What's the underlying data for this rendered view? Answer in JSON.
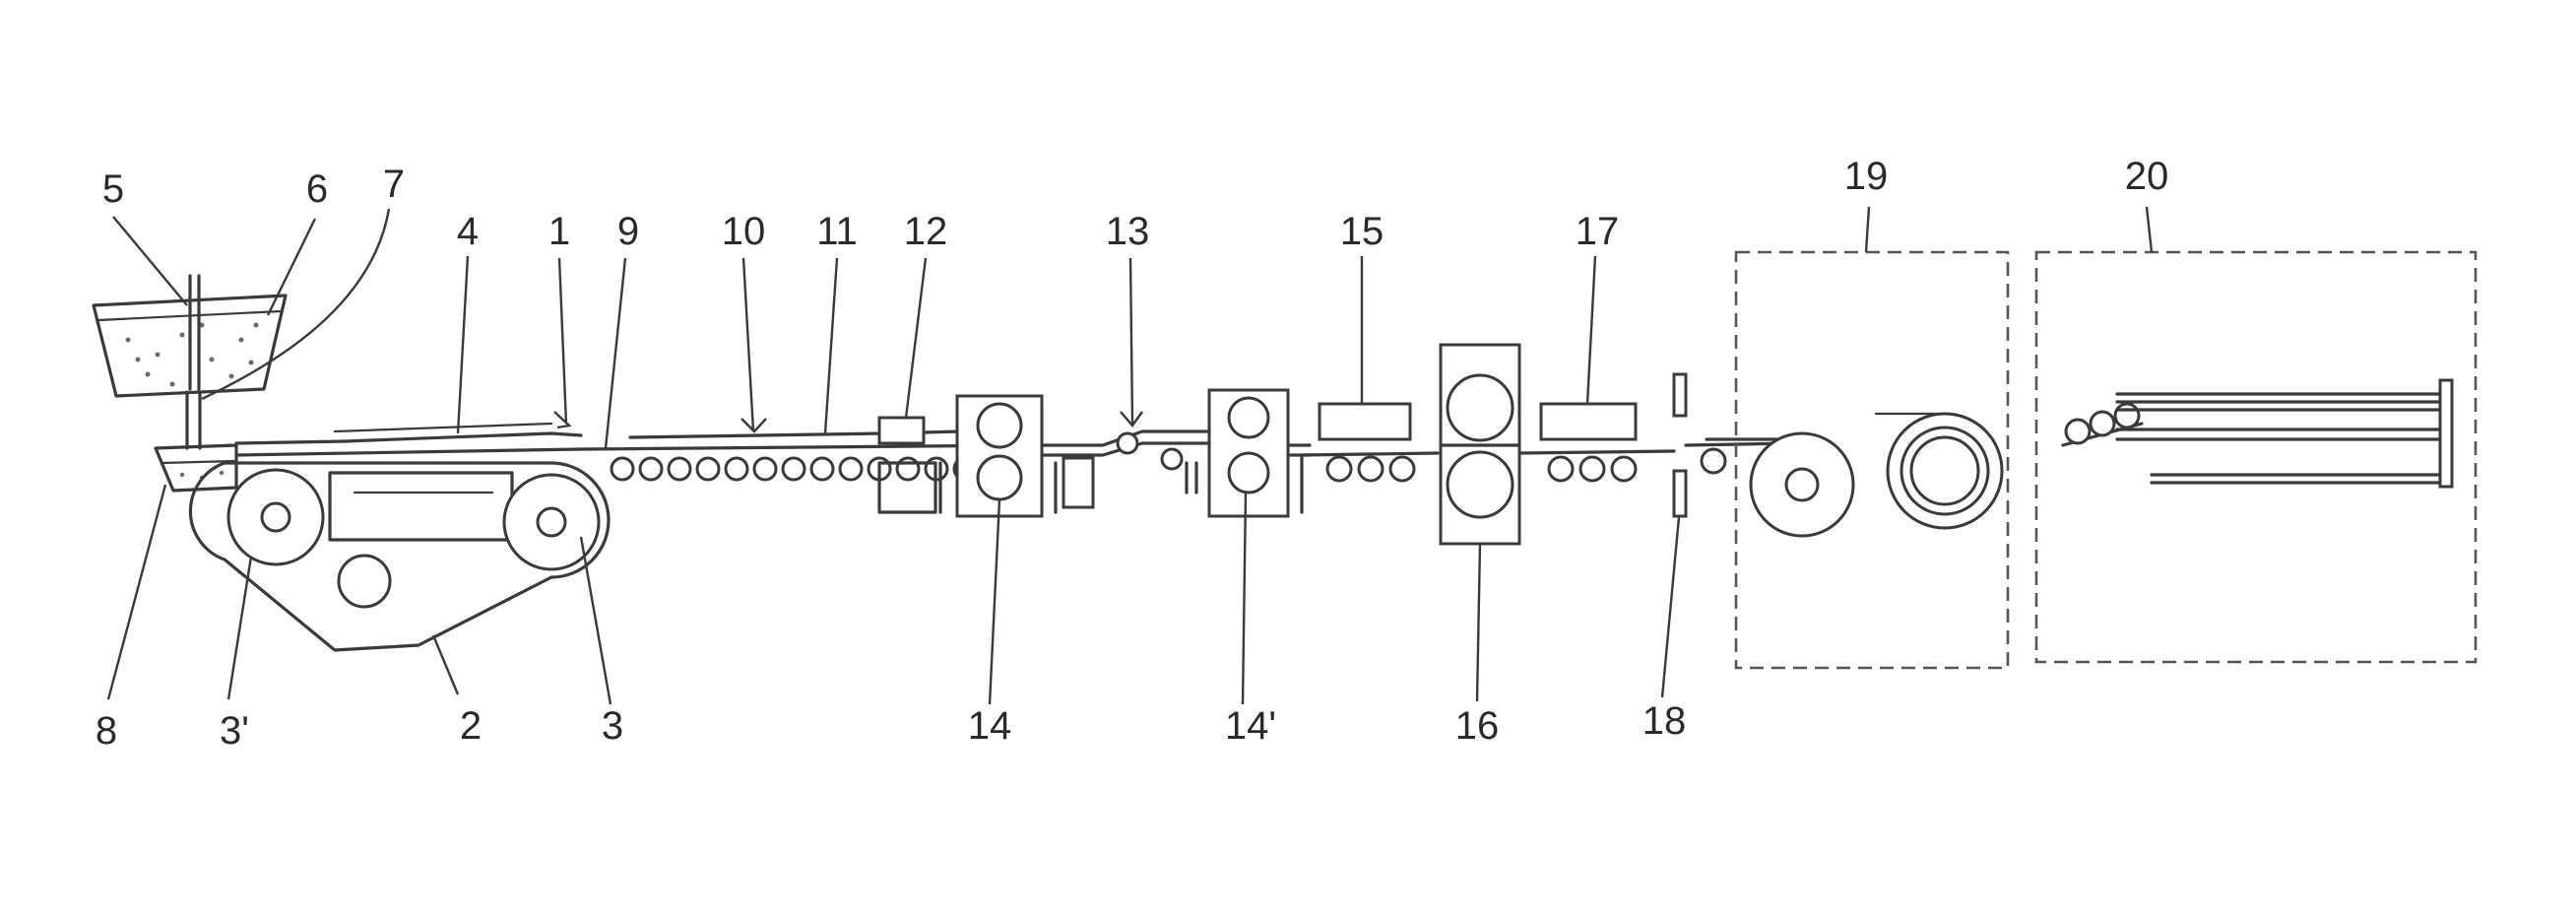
{
  "figure": {
    "labels": {
      "l1": "1",
      "l2": "2",
      "l3": "3",
      "l3p": "3'",
      "l4": "4",
      "l5": "5",
      "l6": "6",
      "l7": "7",
      "l8": "8",
      "l9": "9",
      "l10": "10",
      "l11": "11",
      "l12": "12",
      "l13": "13",
      "l14": "14",
      "l14p": "14'",
      "l15": "15",
      "l16": "16",
      "l17": "17",
      "l18": "18",
      "l19": "19",
      "l20": "20"
    }
  }
}
